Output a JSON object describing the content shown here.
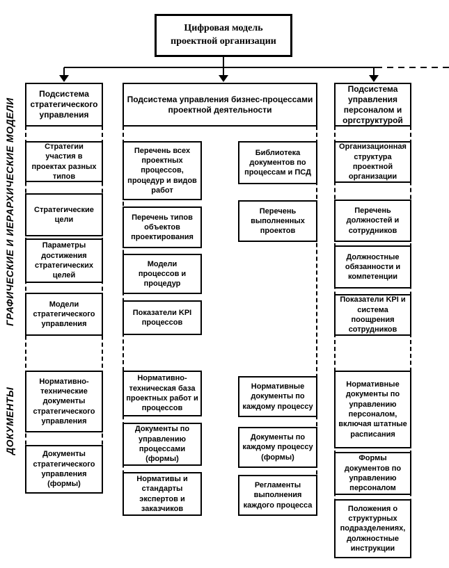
{
  "top_box": {
    "label": "Цифровая модель проектной организации"
  },
  "side_labels": {
    "models": "ГРАФИЧЕСКИЕ И ИЕРАРХИЧЕСКИЕ МОДЕЛИ",
    "documents": "ДОКУМЕНТЫ"
  },
  "columns": [
    {
      "header": "Подсистема стратегического управления",
      "boxes": [
        "Стратегии участия в проектах разных типов",
        "Стратегические цели",
        "Параметры достижения стратегических целей",
        "Модели стратегического управления",
        "Нормативно-технические документы стратегического управления",
        "Документы стратегического управления (формы)"
      ]
    },
    {
      "header": "Подсистема управления бизнес-процессами проектной деятельности",
      "sub_left": [
        "Перечень всех проектных процессов, процедур и видов работ",
        "Перечень типов объектов проектирования",
        "Модели процессов и процедур",
        "Показатели KPI процессов",
        "Нормативно-техническая база проектных работ и процессов",
        "Документы по управлению процессами (формы)",
        "Нормативы и стандарты экспертов и заказчиков"
      ],
      "sub_right": [
        "Библиотека документов по процессам и ПСД",
        "Перечень выполненных проектов",
        "Нормативные документы по каждому процессу",
        "Документы по каждому процессу (формы)",
        "Регламенты выполнения каждого процесса"
      ]
    },
    {
      "header": "Подсистема управления персоналом и оргструктурой",
      "boxes": [
        "Организационная структура проектной организации",
        "Перечень должностей и сотрудников",
        "Должностные обязанности и компетенции",
        "Показатели KPI и система поощрения сотрудников",
        "Нормативные документы по управлению персоналом, включая штатные расписания",
        "Формы документов по управлению персоналом",
        "Положения о структурных подразделениях, должностные инструкции"
      ]
    }
  ]
}
